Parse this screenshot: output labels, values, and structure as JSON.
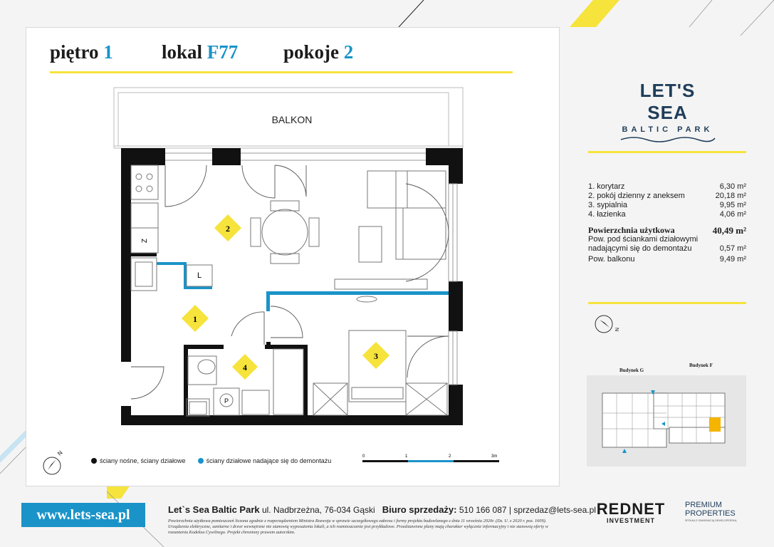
{
  "header": {
    "floor_label": "piętro",
    "floor_value": "1",
    "unit_label": "lokal",
    "unit_value": "F77",
    "rooms_label": "pokoje",
    "rooms_value": "2"
  },
  "brand": {
    "name": "LET'S SEA",
    "sub": "BALTIC PARK"
  },
  "plan": {
    "balcony": "BALKON",
    "room_numbers": [
      "1",
      "2",
      "3",
      "4"
    ],
    "fixtures": {
      "fridge": "Z",
      "wardrobe": "L",
      "washer": "P"
    },
    "scale": [
      "0",
      "1",
      "2",
      "3m"
    ],
    "compass": "N"
  },
  "areas": {
    "rooms": [
      {
        "name": "1. korytarz",
        "area": "6,30 m²"
      },
      {
        "name": "2. pokój dzienny z aneksem",
        "area": "20,18 m²"
      },
      {
        "name": "3. sypialnia",
        "area": "9,95 m²"
      },
      {
        "name": "4. łazienka",
        "area": "4,06 m²"
      }
    ],
    "total_label": "Powierzchnia użytkowa",
    "total_value": "40,49 m²",
    "walls_label_1": "Pow. pod ściankami działowymi",
    "walls_label_2": "nadającymi się do demontażu",
    "walls_value": "0,57 m²",
    "balcony_label": "Pow. balkonu",
    "balcony_value": "9,49 m²"
  },
  "legend": {
    "bearing": "ściany nośne, ściany działowe",
    "removable": "ściany działowe nadające się do demontażu"
  },
  "site": {
    "building_g": "Budynek G",
    "building_f": "Budynek F",
    "compass": "N"
  },
  "footer": {
    "url": "www.lets-sea.pl",
    "company": "Let`s Sea Baltic Park",
    "address": "ul. Nadbrzeżna, 76-034 Gąski",
    "office_label": "Biuro sprzedaży:",
    "phone": "510 166 087",
    "separator": "|",
    "email": "sprzedaz@lets-sea.pl",
    "legal": "Powierzchnia użytkowa pomieszczeń liczona zgodnie z rozporządzeniem Ministra Rozwoju w sprawie szczegółowego zakresu i formy projektu budowlanego z dnia 11 września 2020r. (Dz. U. z 2020 r. poz. 1609). Urządzenia elektryczne, sanitarne i drzwi wewnętrzne nie stanowią wyposażenia lokali, a ich rozmieszczenie jest przykładowe. Przedstawione plany mają charakter wyłącznie informacyjny i nie stanowią oferty w rozumieniu Kodeksu Cywilnego. Projekt chroniony prawem autorskim.",
    "rednet": "REDNET",
    "rednet_sub": "INVESTMENT",
    "premium_1": "PREMIUM",
    "premium_2": "PROPERTIES",
    "premium_small": "SPÓŁKA Z GWARANCJĄ DEWELOPERSKĄ"
  },
  "colors": {
    "accent_blue": "#1a93c8",
    "accent_yellow": "#f6e33b",
    "wall": "#111111",
    "navy": "#1f3d5a"
  }
}
